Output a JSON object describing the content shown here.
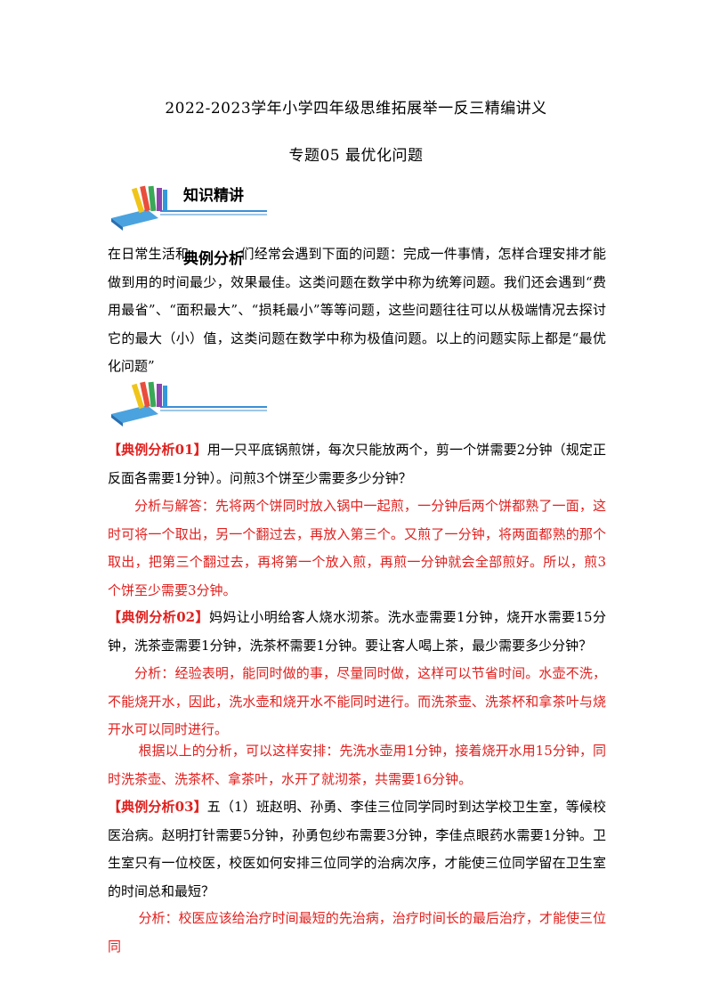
{
  "header": {
    "title": "2022-2023学年小学四年级思维拓展举一反三精编讲义",
    "subtitle": "专题05 最优化问题"
  },
  "sections": {
    "knowledge": "知识精讲",
    "examples": "典例分析"
  },
  "knowledge_text": {
    "p1a": "在日常生活和",
    "p1b": "们经常会遇到下面的问题：完成一件事情，怎样合理安排才能做到用的时间最少，效果最佳。这类问题在数学中称为统筹问题。我们还会遇到“费用最省”、“面积最大”、“损耗最小”等等问题，这些问题往往可以从极端情况去探讨它的最大（小）值，这类问题在数学中称为极值问题。以上的问题实际上都是“最优化问题”"
  },
  "example1": {
    "label": "【典例分析01】",
    "question": "用一只平底锅煎饼，每次只能放两个，剪一个饼需要2分钟（规定正反面各需要1分钟）。问煎3个饼至少需要多少分钟？",
    "answer": "分析与解答：先将两个饼同时放入锅中一起煎，一分钟后两个饼都熟了一面，这时可将一个取出，另一个翻过去，再放入第三个。又煎了一分钟，将两面都熟的那个取出，把第三个翻过去，再将第一个放入煎，再煎一分钟就会全部煎好。所以，煎3个饼至少需要3分钟。"
  },
  "example2": {
    "label": "【典例分析02】",
    "question": "妈妈让小明给客人烧水沏茶。洗水壶需要1分钟，烧开水需要15分钟，洗茶壶需要1分钟，洗茶杯需要1分钟。要让客人喝上茶，最少需要多少分钟？",
    "analysis": "分析：经验表明，能同时做的事，尽量同时做，这样可以节省时间。水壶不洗，不能烧开水，因此，洗水壶和烧开水不能同时进行。而洗茶壶、洗茶杯和拿茶叶与烧开水可以同时进行。",
    "answer": "根据以上的分析，可以这样安排：先洗水壶用1分钟，接着烧开水用15分钟，同时洗茶壶、洗茶杯、拿茶叶，水开了就沏茶，共需要16分钟。"
  },
  "example3": {
    "label": "【典例分析03】",
    "question": "五（1）班赵明、孙勇、李佳三位同学同时到达学校卫生室，等候校医治病。赵明打针需要5分钟，孙勇包纱布需要3分钟，李佳点眼药水需要1分钟。卫生室只有一位校医，校医如何安排三位同学的治病次序，才能使三位同学留在卫生室的时间总和最短？",
    "analysis": "分析：校医应该给治疗时间最短的先治病，治疗时间长的最后治疗，才能使三位同"
  }
}
